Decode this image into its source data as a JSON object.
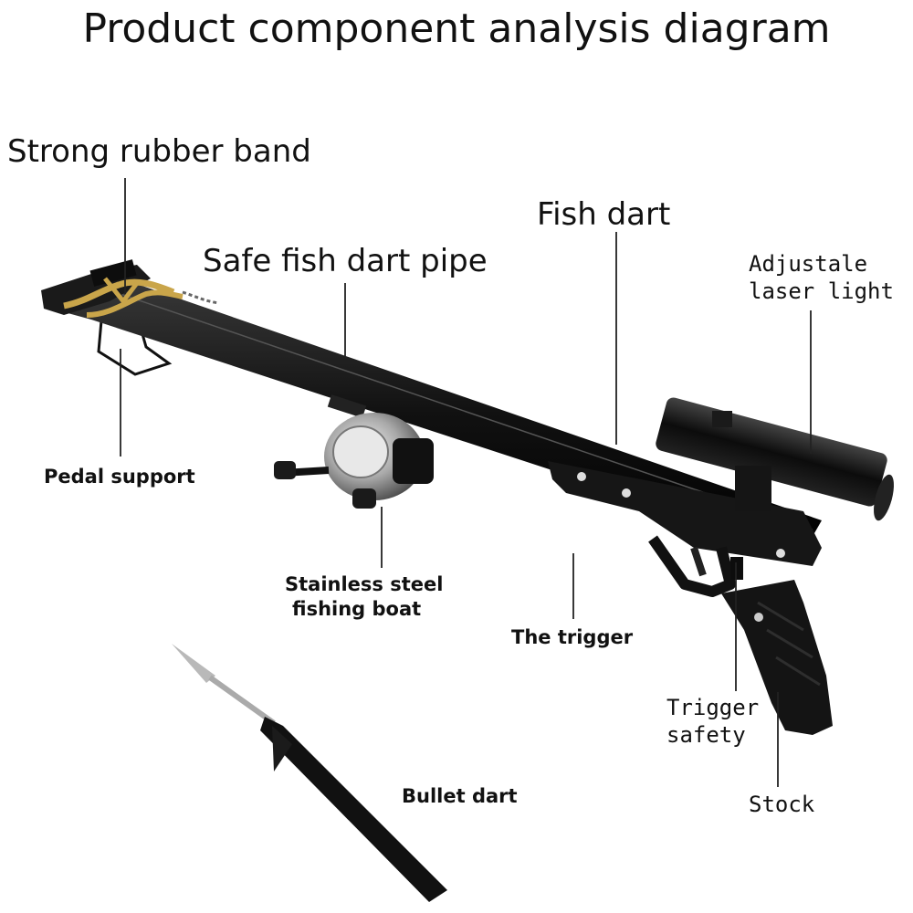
{
  "title": "Product component analysis diagram",
  "labels": {
    "rubber_band": "Strong rubber band",
    "dart_pipe": "Safe fish dart pipe",
    "fish_dart": "Fish dart",
    "laser_line1": "Adjustale",
    "laser_line2": "laser light",
    "pedal_support": "Pedal support",
    "reel_line1": "Stainless steel",
    "reel_line2": "fishing boat",
    "trigger": "The trigger",
    "safety_line1": "Trigger",
    "safety_line2": "safety",
    "bullet_dart": "Bullet dart",
    "stock": "Stock"
  },
  "colors": {
    "gun_body": "#141414",
    "rubber_band": "#c9a54a",
    "reel_silver": "#c8c8c8",
    "leader_line": "#222222"
  }
}
